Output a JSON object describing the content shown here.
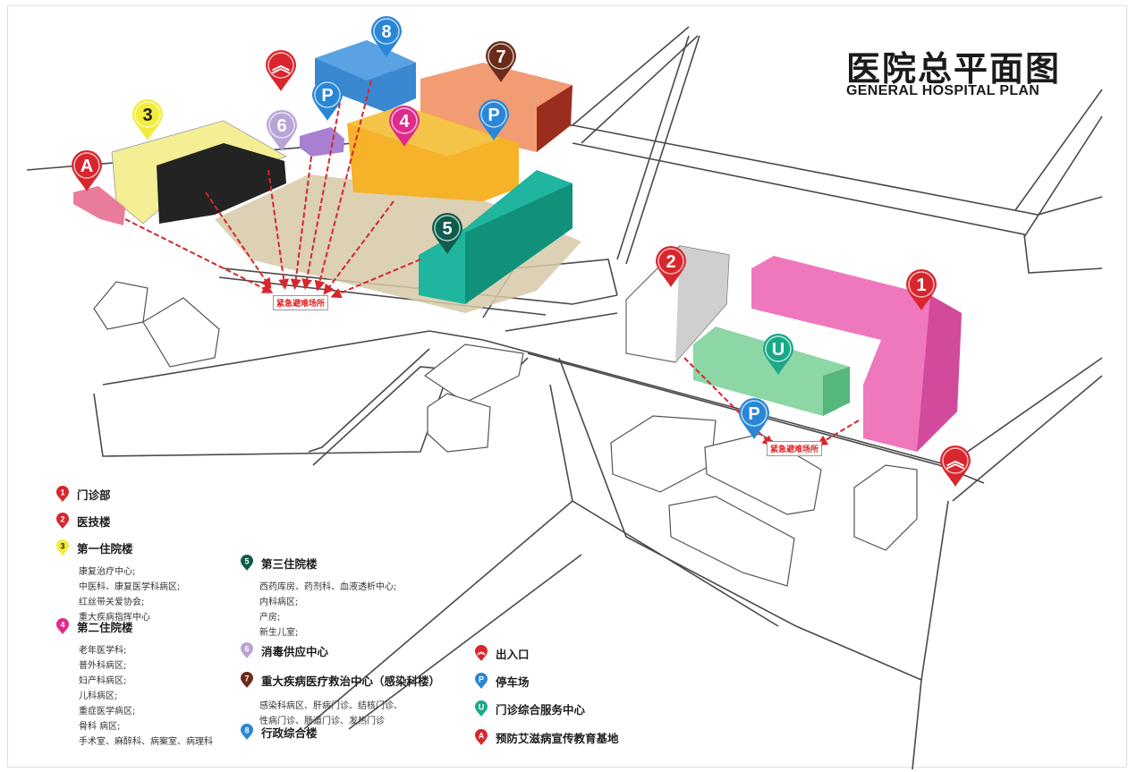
{
  "title": {
    "cn": "医院总平面图",
    "en": "GENERAL HOSPITAL PLAN"
  },
  "colors": {
    "red": "#d7262d",
    "yellow": "#f3ec3a",
    "magenta": "#de2b8a",
    "teal": "#0f5c4c",
    "lilac": "#b9a4d6",
    "brown": "#6a2b1a",
    "blue": "#2a86d6",
    "green": "#2ab07a"
  },
  "map_pins": [
    {
      "id": "1",
      "glyph": "1",
      "color": "#d7262d",
      "text_color": "#ffffff"
    },
    {
      "id": "2",
      "glyph": "2",
      "color": "#d7262d",
      "text_color": "#ffffff"
    },
    {
      "id": "3",
      "glyph": "3",
      "color": "#f3ec3a",
      "text_color": "#1b1b1b"
    },
    {
      "id": "4",
      "glyph": "4",
      "color": "#de2b8a",
      "text_color": "#ffffff"
    },
    {
      "id": "5",
      "glyph": "5",
      "color": "#0f5c4c",
      "text_color": "#ffffff"
    },
    {
      "id": "6",
      "glyph": "6",
      "color": "#b9a4d6",
      "text_color": "#ffffff"
    },
    {
      "id": "7",
      "glyph": "7",
      "color": "#6a2b1a",
      "text_color": "#ffffff"
    },
    {
      "id": "8",
      "glyph": "8",
      "color": "#2a86d6",
      "text_color": "#ffffff"
    },
    {
      "id": "A",
      "glyph": "A",
      "color": "#d7262d",
      "text_color": "#ffffff"
    },
    {
      "id": "U",
      "glyph": "U",
      "color": "#1aa88a",
      "text_color": "#ffffff"
    },
    {
      "id": "P1",
      "glyph": "P",
      "color": "#2a86d6",
      "text_color": "#ffffff"
    },
    {
      "id": "P2",
      "glyph": "P",
      "color": "#2a86d6",
      "text_color": "#ffffff"
    },
    {
      "id": "P3",
      "glyph": "P",
      "color": "#2a86d6",
      "text_color": "#ffffff"
    },
    {
      "id": "E1",
      "glyph": "︽",
      "color": "#d7262d",
      "text_color": "#ffffff"
    },
    {
      "id": "E2",
      "glyph": "︽",
      "color": "#d7262d",
      "text_color": "#ffffff"
    }
  ],
  "evac_label": "紧急避难场所",
  "legend": [
    {
      "glyph": "1",
      "color": "#d7262d",
      "text_color": "#fff",
      "label": "门诊部",
      "sub": []
    },
    {
      "glyph": "2",
      "color": "#d7262d",
      "text_color": "#fff",
      "label": "医技楼",
      "sub": []
    },
    {
      "glyph": "3",
      "color": "#f3ec3a",
      "text_color": "#1b1b1b",
      "label": "第一住院楼",
      "sub": [
        "康复治疗中心;",
        "中医科、康复医学科病区;",
        "红丝带关爱协会;",
        "重大疾病指挥中心"
      ]
    },
    {
      "glyph": "4",
      "color": "#de2b8a",
      "text_color": "#fff",
      "label": "第二住院楼",
      "sub": [
        "老年医学科;",
        "普外科病区;",
        "妇产科病区;",
        "儿科病区;",
        "重症医学病区;",
        "骨科 病区;",
        "手术室、麻醉科、病案室、病理科"
      ]
    },
    {
      "glyph": "5",
      "color": "#0f5c4c",
      "text_color": "#fff",
      "label": "第三住院楼",
      "sub": [
        "西药库房、药剂科、血液透析中心;",
        "内科病区;",
        "产房;",
        "新生儿室;"
      ]
    },
    {
      "glyph": "6",
      "color": "#b9a4d6",
      "text_color": "#fff",
      "label": "消毒供应中心",
      "sub": []
    },
    {
      "glyph": "7",
      "color": "#6a2b1a",
      "text_color": "#fff",
      "label": "重大疾病医疗救治中心（感染科楼）",
      "sub": [
        "感染科病区、肝病门诊、结核门诊、",
        "性病门诊、肠道门诊、发热门诊"
      ]
    },
    {
      "glyph": "8",
      "color": "#2a86d6",
      "text_color": "#fff",
      "label": "行政综合楼",
      "sub": []
    },
    {
      "glyph": "︽",
      "color": "#d7262d",
      "text_color": "#fff",
      "label": "出入口",
      "sub": []
    },
    {
      "glyph": "P",
      "color": "#2a86d6",
      "text_color": "#fff",
      "label": "停车场",
      "sub": []
    },
    {
      "glyph": "U",
      "color": "#1aa88a",
      "text_color": "#fff",
      "label": "门诊综合服务中心",
      "sub": []
    },
    {
      "glyph": "A",
      "color": "#d7262d",
      "text_color": "#fff",
      "label": "预防艾滋病宣传教育基地",
      "sub": []
    }
  ]
}
